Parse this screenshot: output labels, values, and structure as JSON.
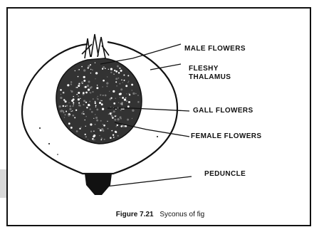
{
  "labels": {
    "male_flowers": "MALE FLOWERS",
    "fleshy_line1": "FLESHY",
    "fleshy_line2": "THALAMUS",
    "gall_flowers": "GALL FLOWERS",
    "female_flowers": "FEMALE FLOWERS",
    "peduncle": "PEDUNCLE"
  },
  "caption": {
    "number": "Figure 7.21",
    "text": "Syconus of fig"
  },
  "colors": {
    "ink": "#111111",
    "background": "#ffffff",
    "shade": "#d9d9d9"
  }
}
